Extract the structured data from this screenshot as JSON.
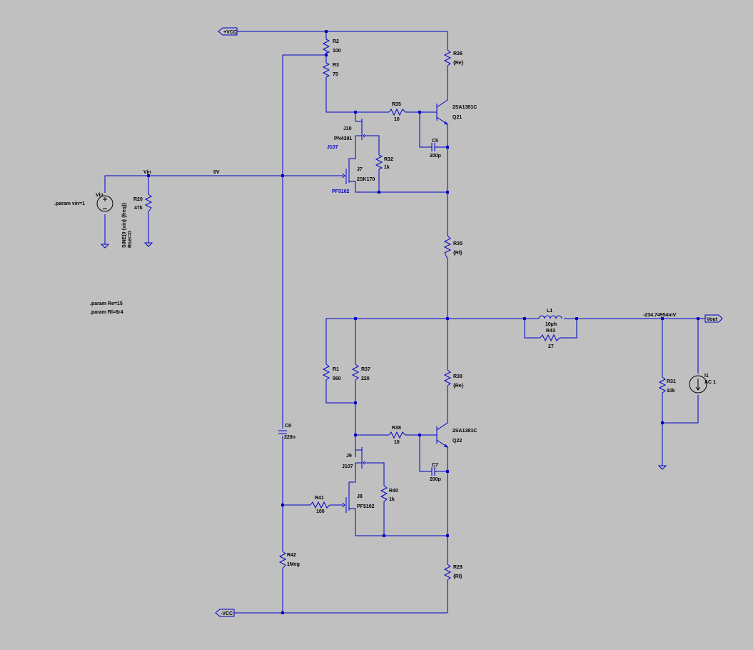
{
  "nets": {
    "vcc": "+VCC",
    "vee": "-VCC",
    "vin": "Vin",
    "vout": "Vout",
    "zero": "0V",
    "probe": "-234.74954mV"
  },
  "params": {
    "vin": ".param vin=1",
    "re": ".param Re=15",
    "rl": ".param Rl=6r4"
  },
  "source": {
    "name": "Vin",
    "value": "SINE(0 {vin} {freq})",
    "rser": "Rser=0"
  },
  "resistors": {
    "R2": "100",
    "R3": "75",
    "R36": "{Re}",
    "R35": "10",
    "R32": "1k",
    "R20": "47k",
    "R30": "{Rl}",
    "R1": "560",
    "R37": "220",
    "R39": "{Re}",
    "R38": "10",
    "R40": "1k",
    "R41": "100",
    "R42": "1Meg",
    "R29": "{Rl}",
    "R31": "10k",
    "R43": "27"
  },
  "capacitors": {
    "C5": "200p",
    "C7": "200p",
    "C8": "220n"
  },
  "inductor": {
    "name": "L1",
    "value": "10µh"
  },
  "current_source": {
    "name": "I1",
    "value": "AC 1"
  },
  "transistors": {
    "Q21": {
      "name": "Q21",
      "model": "2SA1381C"
    },
    "Q22": {
      "name": "Q22",
      "model": "2SA1381C"
    },
    "J10": {
      "name": "J10",
      "model": "PN4391",
      "alt": "J107"
    },
    "J7": {
      "name": "J7",
      "model": "2SK170",
      "alt": "PF5102"
    },
    "J9": {
      "name": "J9",
      "model": "J107"
    },
    "J8": {
      "name": "J8",
      "model": "PF5102"
    }
  }
}
